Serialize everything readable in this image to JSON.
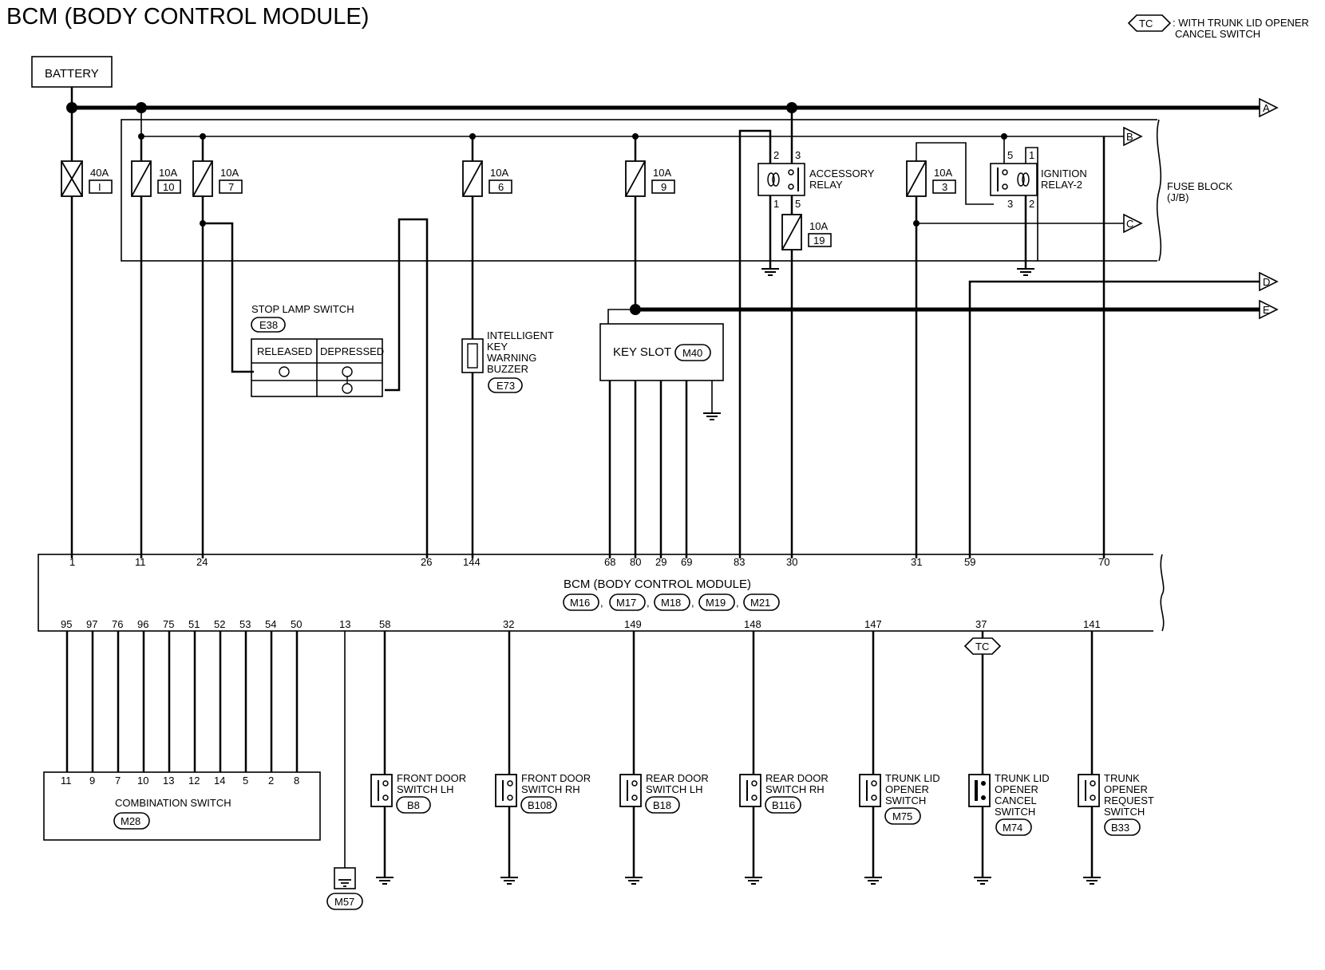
{
  "title": "BCM (BODY CONTROL MODULE)",
  "legend": {
    "symbol": "TC",
    "text_line1": ": WITH TRUNK LID OPENER",
    "text_line2": "CANCEL SWITCH"
  },
  "battery": "BATTERY",
  "fuse_block": {
    "line1": "FUSE BLOCK",
    "line2": "(J/B)"
  },
  "fuses": [
    {
      "amp": "40A",
      "num": "I"
    },
    {
      "amp": "10A",
      "num": "10"
    },
    {
      "amp": "10A",
      "num": "7"
    },
    {
      "amp": "10A",
      "num": "6"
    },
    {
      "amp": "10A",
      "num": "9"
    },
    {
      "amp": "10A",
      "num": "19"
    },
    {
      "amp": "10A",
      "num": "3"
    }
  ],
  "accessory_relay": {
    "line1": "ACCESSORY",
    "line2": "RELAY",
    "pins": [
      "2",
      "3",
      "1",
      "5"
    ]
  },
  "ignition_relay": {
    "line1": "IGNITION",
    "line2": "RELAY-2",
    "pins": [
      "5",
      "1",
      "3",
      "2"
    ]
  },
  "connectors_out": [
    "A",
    "B",
    "C",
    "D",
    "E"
  ],
  "stop_lamp": {
    "title": "STOP LAMP SWITCH",
    "conn": "E38",
    "col1": "RELEASED",
    "col2": "DEPRESSED"
  },
  "buzzer": {
    "line1": "INTELLIGENT",
    "line2": "KEY",
    "line3": "WARNING",
    "line4": "BUZZER",
    "conn": "E73"
  },
  "key_slot": {
    "label": "KEY SLOT",
    "conn": "M40"
  },
  "bcm": {
    "label": "BCM (BODY CONTROL MODULE)",
    "conns": [
      "M16",
      "M17",
      "M18",
      "M19",
      "M21"
    ],
    "top_pins": [
      "1",
      "11",
      "24",
      "26",
      "144",
      "68",
      "80",
      "29",
      "69",
      "83",
      "30",
      "31",
      "59",
      "70"
    ],
    "bottom_pins": [
      "95",
      "97",
      "76",
      "96",
      "75",
      "51",
      "52",
      "53",
      "54",
      "50",
      "13",
      "58",
      "32",
      "149",
      "148",
      "147",
      "37",
      "141"
    ]
  },
  "combination_switch": {
    "label": "COMBINATION SWITCH",
    "conn": "M28",
    "pins": [
      "11",
      "9",
      "7",
      "10",
      "13",
      "12",
      "14",
      "5",
      "2",
      "8"
    ]
  },
  "ground_conn": "M57",
  "tc_marker": "TC",
  "switches": [
    {
      "l1": "FRONT DOOR",
      "l2": "SWITCH LH",
      "l3": "",
      "l4": "",
      "conn": "B8"
    },
    {
      "l1": "FRONT DOOR",
      "l2": "SWITCH RH",
      "l3": "",
      "l4": "",
      "conn": "B108"
    },
    {
      "l1": "REAR DOOR",
      "l2": "SWITCH LH",
      "l3": "",
      "l4": "",
      "conn": "B18"
    },
    {
      "l1": "REAR DOOR",
      "l2": "SWITCH RH",
      "l3": "",
      "l4": "",
      "conn": "B116"
    },
    {
      "l1": "TRUNK LID",
      "l2": "OPENER",
      "l3": "SWITCH",
      "l4": "",
      "conn": "M75"
    },
    {
      "l1": "TRUNK LID",
      "l2": "OPENER",
      "l3": "CANCEL",
      "l4": "SWITCH",
      "conn": "M74"
    },
    {
      "l1": "TRUNK",
      "l2": "OPENER",
      "l3": "REQUEST",
      "l4": "SWITCH",
      "conn": "B33"
    }
  ]
}
